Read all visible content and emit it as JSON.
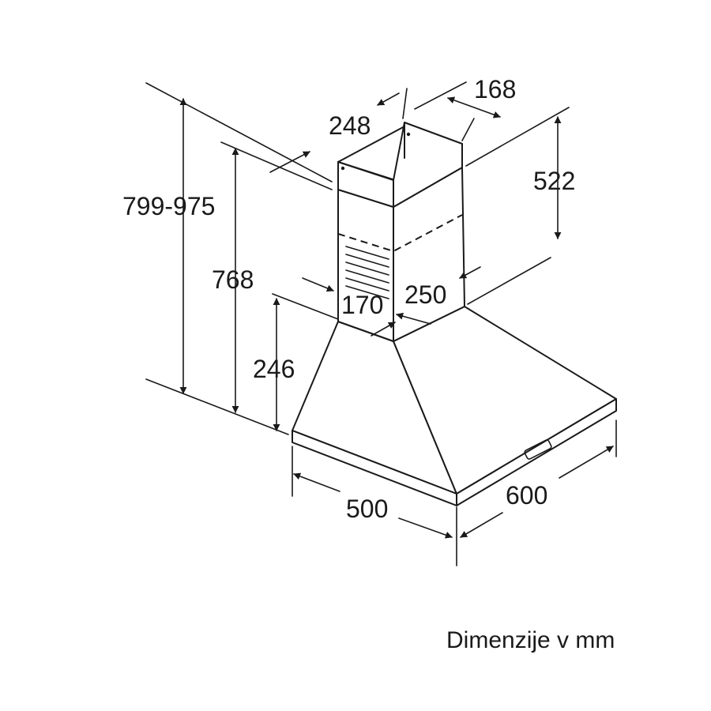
{
  "dimensions": {
    "height_total": "799-975",
    "height_hood": "768",
    "height_base": "246",
    "chimney_upper_height": "522",
    "chimney_upper_width": "168",
    "chimney_upper_depth": "248",
    "chimney_lower_width": "170",
    "chimney_lower_depth": "250",
    "hood_depth": "500",
    "hood_width": "600"
  },
  "caption": "Dimenzije v mm"
}
